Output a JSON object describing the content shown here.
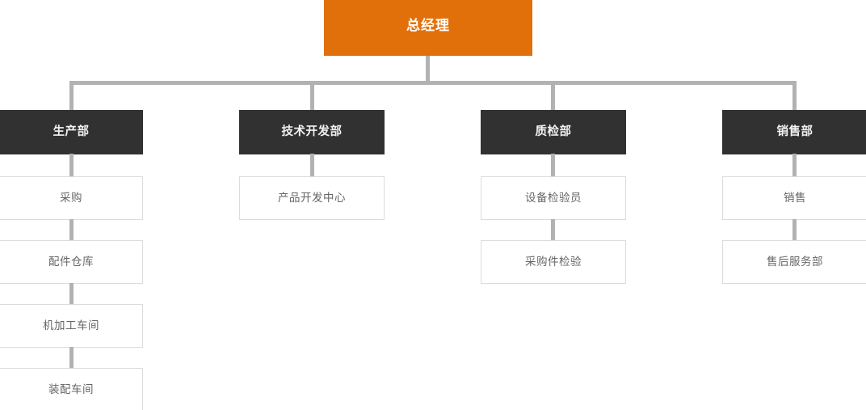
{
  "chart_title": "",
  "colors": {
    "root_bg": "#e2700a",
    "root_text": "#ffffff",
    "dept_bg": "#313131",
    "dept_text": "#f2f2f2",
    "sub_bg": "#ffffff",
    "sub_text": "#666666",
    "sub_border": "#dcdcdc",
    "connector": "#b2b2b2",
    "page_bg": "#ffffff"
  },
  "root": {
    "label": "总经理"
  },
  "departments": [
    {
      "label": "生产部",
      "children": [
        {
          "label": "采购"
        },
        {
          "label": "配件仓库"
        },
        {
          "label": "机加工车间"
        },
        {
          "label": "装配车间"
        }
      ]
    },
    {
      "label": "技术开发部",
      "children": [
        {
          "label": "产品开发中心"
        }
      ]
    },
    {
      "label": "质检部",
      "children": [
        {
          "label": "设备检验员"
        },
        {
          "label": "采购件检验"
        }
      ]
    },
    {
      "label": "销售部",
      "children": [
        {
          "label": "销售"
        },
        {
          "label": "售后服务部"
        }
      ]
    }
  ]
}
